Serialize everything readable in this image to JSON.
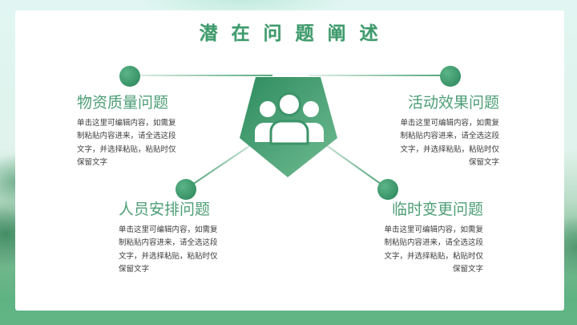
{
  "slide": {
    "title": "潜在问题阐述",
    "center_icon": "people-group-icon"
  },
  "sections": [
    {
      "id": "top-left",
      "heading": "物资质量问题",
      "align": "left",
      "lines": [
        "单击这里可编辑内容，如需复",
        "制粘贴内容进来，请全选这段",
        "文字，并选择粘贴，粘贴时仅",
        "保留文字"
      ]
    },
    {
      "id": "top-right",
      "heading": "活动效果问题",
      "align": "right",
      "lines": [
        "单击这里可编辑内容，如需复",
        "制粘贴内容进来，请全选这段",
        "文字，并选择粘贴，粘贴时仅",
        "保留文字"
      ]
    },
    {
      "id": "bottom-left",
      "heading": "人员安排问题",
      "align": "left",
      "lines": [
        "单击这里可编辑内容，如需复",
        "制粘贴内容进来，请全选这段",
        "文字，并选择粘贴，粘贴时仅",
        "保留文字"
      ]
    },
    {
      "id": "bottom-right",
      "heading": "临时变更问题",
      "align": "right",
      "lines": [
        "单击这里可编辑内容，如需复",
        "制粘贴内容进来，请全选这段",
        "文字，并选择粘贴，粘贴时仅",
        "保留文字"
      ]
    }
  ],
  "colors": {
    "title_green": "#3f9b6c",
    "heading_green": "#4d9e76",
    "body_text": "#3d3d3d",
    "pentagon_dark": "#2e8c5f",
    "pentagon_light": "#70bb92",
    "node_dot": "#3a9468",
    "connector_light": "#dfeee6",
    "connector_green": "#4da176",
    "background_top": "#e1f6f2",
    "background_bottom": "#5fb383",
    "card": "#ffffff"
  }
}
